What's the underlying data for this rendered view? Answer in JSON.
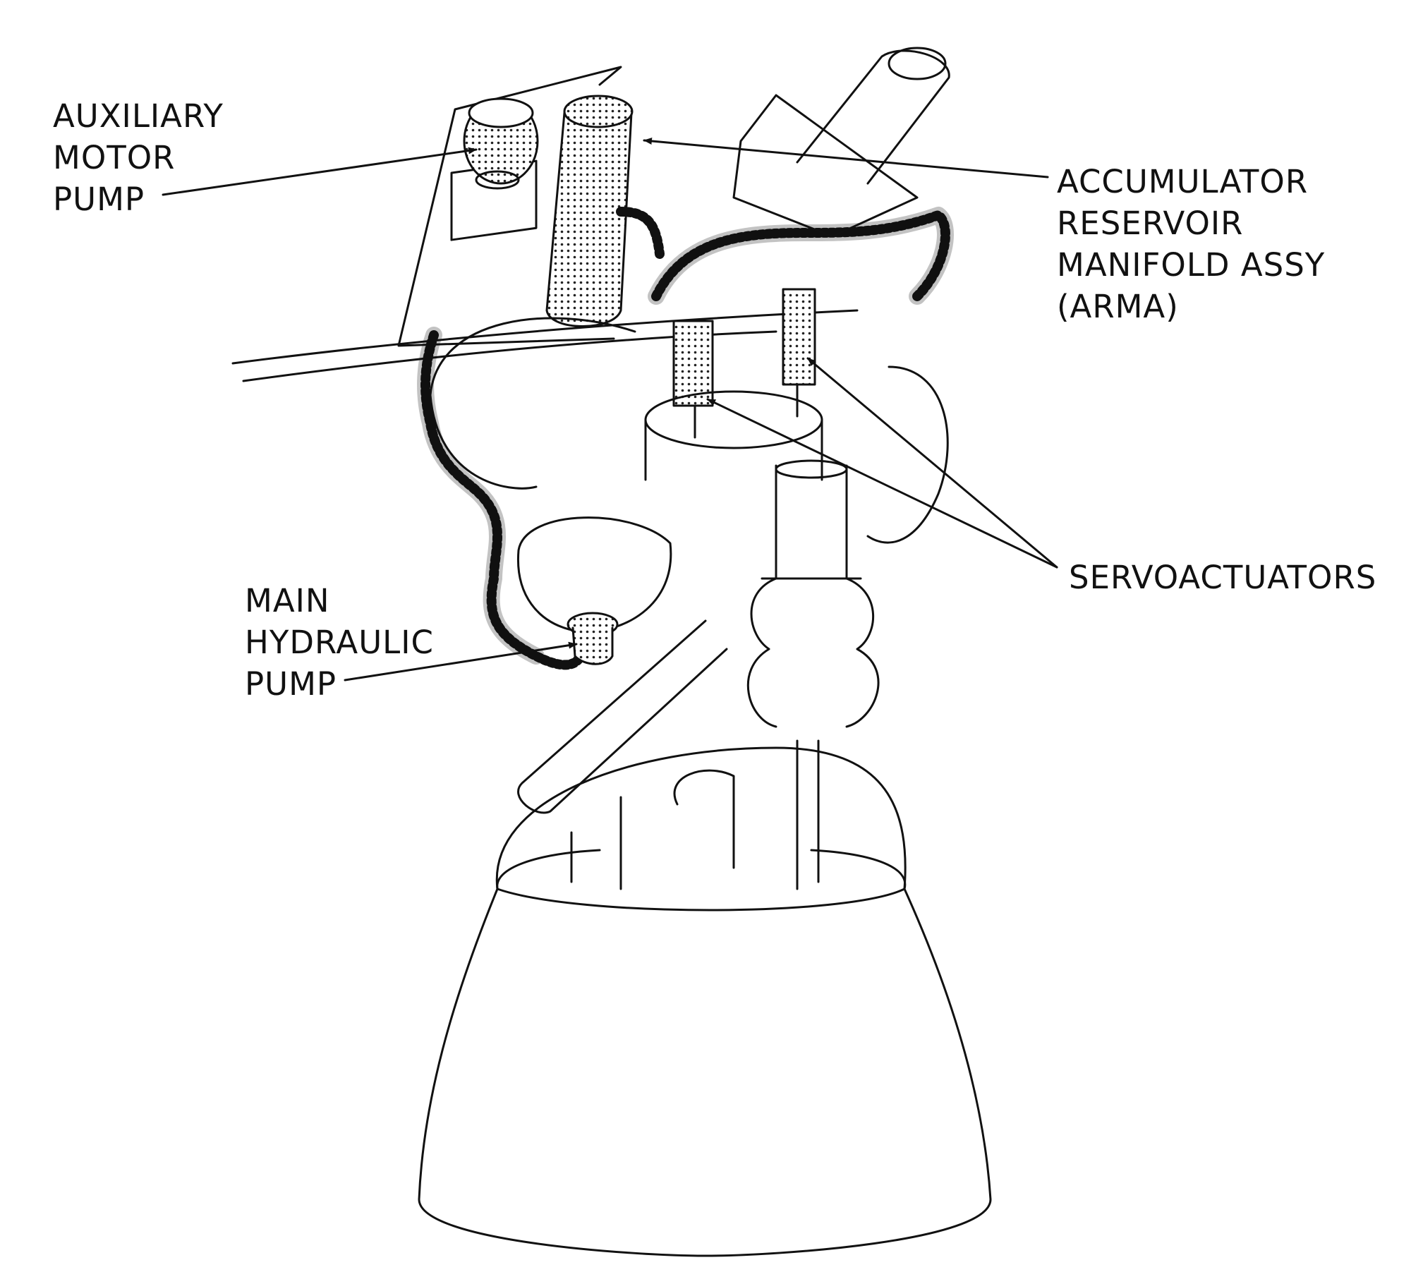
{
  "title": "Hydraulic system components on rocket engine",
  "labels": {
    "auxiliary_motor_pump": [
      "AUXILIARY",
      "MOTOR",
      "PUMP"
    ],
    "accumulator": [
      "ACCUMULATOR",
      "RESERVOIR",
      "MANIFOLD ASSY",
      "(ARMA)"
    ],
    "servoactuators": [
      "SERVOACTUATORS"
    ],
    "main_hydraulic_pump": [
      "MAIN",
      "HYDRAULIC",
      "PUMP"
    ]
  },
  "colors": {
    "ink": "#111111",
    "background": "#ffffff"
  }
}
